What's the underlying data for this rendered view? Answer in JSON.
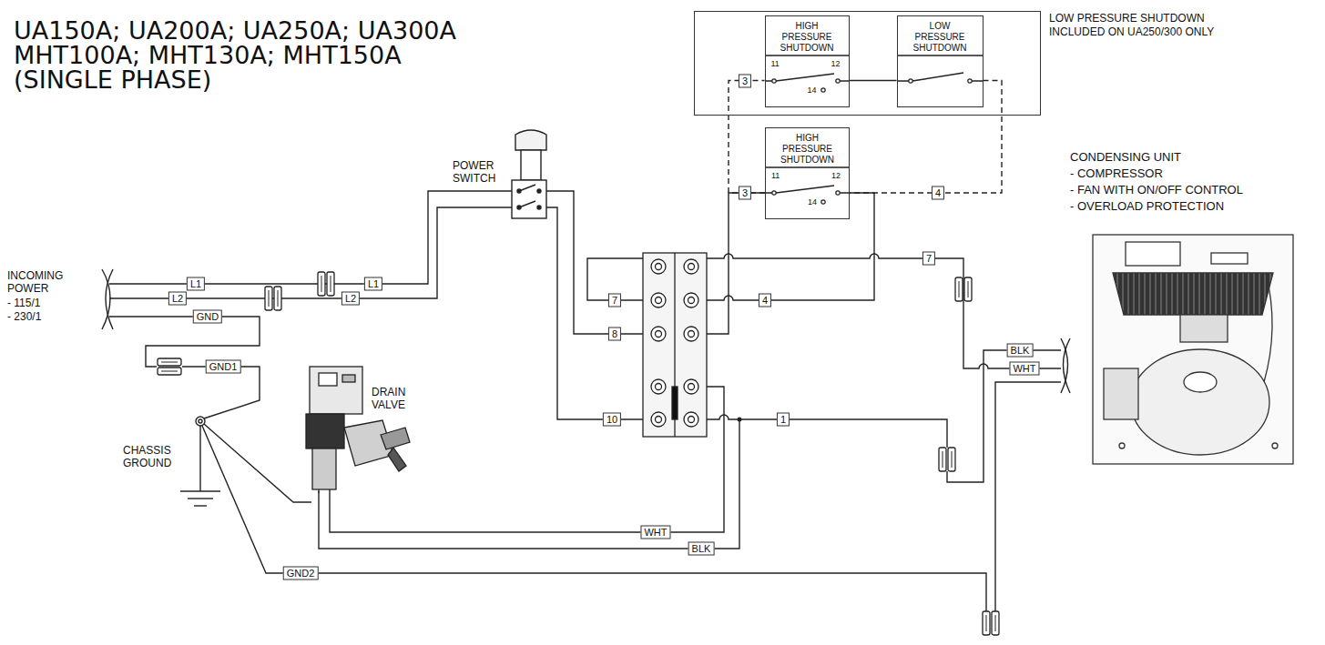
{
  "diagram": {
    "title": "UA150A; UA200A; UA250A; UA300A MHT100A; MHT130A; MHT150A (SINGLE PHASE)",
    "nodes": [
      {
        "text": [
          "LOW PRESSURE SHUTDOWN INCLUDED ON UA250/300 ONLY"
        ]
      },
      {
        "text": [
          "HIGH PRESSURE SHUTDOWN",
          "11",
          "12",
          "14"
        ],
        "in": 0
      },
      {
        "text": [
          "LOW PRESSURE SHUTDOWN"
        ],
        "in": 0
      },
      {
        "text": [
          "HIGH PRESSURE SHUTDOWN",
          "11",
          "12",
          "14"
        ]
      }
    ],
    "edges": [
      {
        "from": 1,
        "to": 2,
        "arrow": "none"
      },
      {
        "from": 3,
        "to": 1,
        "arrow": "none"
      },
      {
        "from": 2,
        "to": 3,
        "arrow": "none"
      }
    ],
    "labels": [
      "POWER SWITCH",
      "INCOMING POWER",
      "- 115/1",
      "- 230/1",
      "L1",
      "L2",
      "GND",
      "GND1",
      "L1",
      "L2",
      "3",
      "3",
      "4",
      "7",
      "7",
      "4",
      "8",
      "10",
      "1",
      "CONDENSING UNIT",
      "- COMPRESSOR",
      "- FAN WITH ON/OFF CONTROL",
      "- OVERLOAD PROTECTION",
      "BLK",
      "WHT",
      "DRAIN VALVE",
      "CHASSIS GROUND",
      "WHT",
      "BLK",
      "GND2"
    ]
  }
}
